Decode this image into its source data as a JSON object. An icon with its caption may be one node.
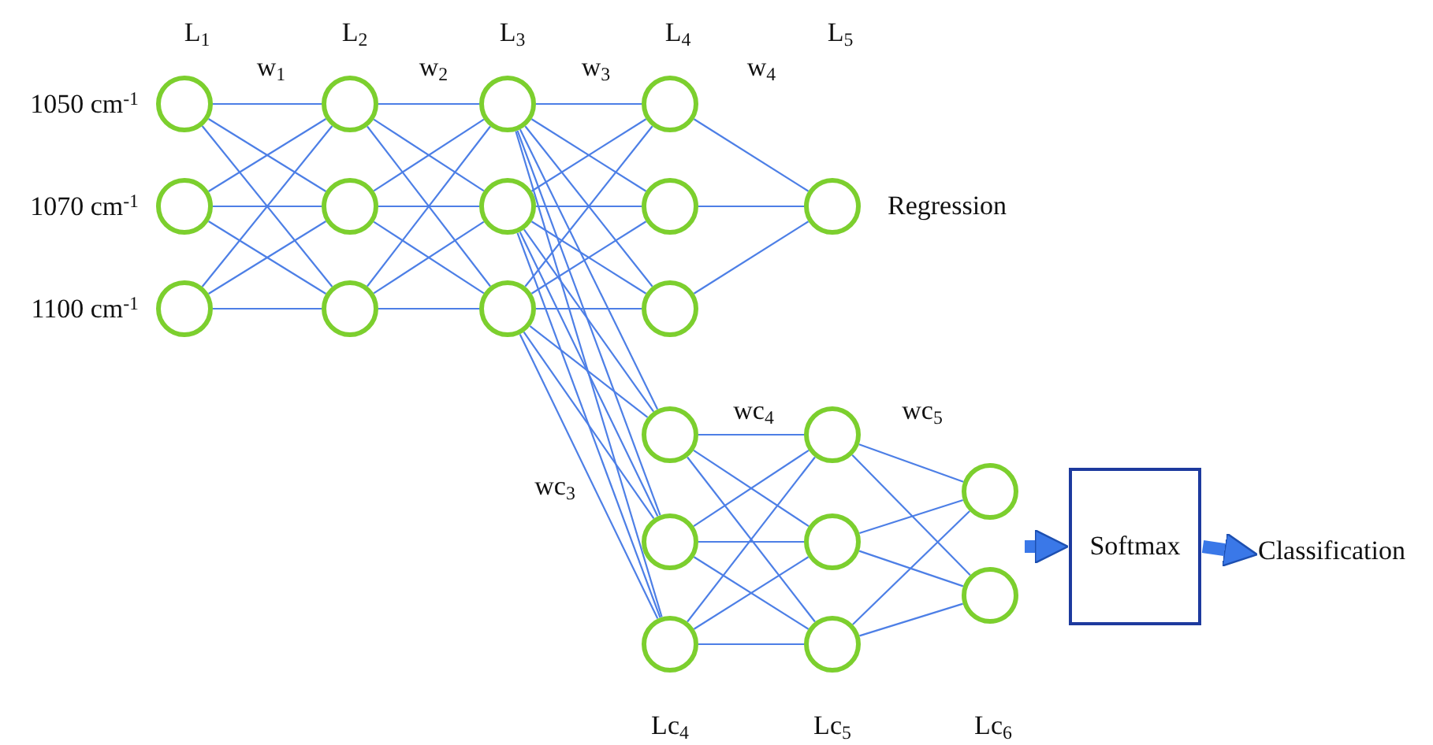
{
  "diagram": {
    "nodes": [
      {
        "text": [],
        "shape": "circle",
        "beside": [
          "1050 cm$^{-1}$"
        ]
      },
      {
        "text": [],
        "shape": "circle",
        "beside": [
          "1070 cm$^{-1}$"
        ]
      },
      {
        "text": [],
        "shape": "circle",
        "beside": [
          "1100 cm$^{-1}$"
        ]
      },
      {
        "text": [],
        "shape": "circle"
      },
      {
        "text": [],
        "shape": "circle"
      },
      {
        "text": [],
        "shape": "circle"
      },
      {
        "text": [],
        "shape": "circle"
      },
      {
        "text": [],
        "shape": "circle"
      },
      {
        "text": [],
        "shape": "circle"
      },
      {
        "text": [],
        "shape": "circle"
      },
      {
        "text": [],
        "shape": "circle"
      },
      {
        "text": [],
        "shape": "circle"
      },
      {
        "text": [],
        "shape": "circle",
        "beside": [
          "Regression"
        ]
      },
      {
        "text": [],
        "shape": "circle"
      },
      {
        "text": [],
        "shape": "circle"
      },
      {
        "text": [],
        "shape": "circle"
      },
      {
        "text": [],
        "shape": "circle"
      },
      {
        "text": [],
        "shape": "circle"
      },
      {
        "text": [],
        "shape": "circle"
      },
      {
        "text": [],
        "shape": "circle"
      },
      {
        "text": [],
        "shape": "circle"
      },
      {
        "text": [
          "Softmax"
        ]
      },
      {
        "text": [
          "Classification"
        ]
      }
    ],
    "edges": [
      {
        "from": 0,
        "to": 3,
        "arrow": "none"
      },
      {
        "from": 0,
        "to": 4,
        "arrow": "none"
      },
      {
        "from": 0,
        "to": 5,
        "arrow": "none"
      },
      {
        "from": 1,
        "to": 3,
        "arrow": "none"
      },
      {
        "from": 1,
        "to": 4,
        "arrow": "none"
      },
      {
        "from": 1,
        "to": 5,
        "arrow": "none"
      },
      {
        "from": 2,
        "to": 3,
        "arrow": "none"
      },
      {
        "from": 2,
        "to": 4,
        "arrow": "none"
      },
      {
        "from": 2,
        "to": 5,
        "arrow": "none"
      },
      {
        "from": 3,
        "to": 6,
        "arrow": "none"
      },
      {
        "from": 3,
        "to": 7,
        "arrow": "none"
      },
      {
        "from": 3,
        "to": 8,
        "arrow": "none"
      },
      {
        "from": 4,
        "to": 6,
        "arrow": "none"
      },
      {
        "from": 4,
        "to": 7,
        "arrow": "none"
      },
      {
        "from": 4,
        "to": 8,
        "arrow": "none"
      },
      {
        "from": 5,
        "to": 6,
        "arrow": "none"
      },
      {
        "from": 5,
        "to": 7,
        "arrow": "none"
      },
      {
        "from": 5,
        "to": 8,
        "arrow": "none"
      },
      {
        "from": 6,
        "to": 9,
        "arrow": "none"
      },
      {
        "from": 6,
        "to": 10,
        "arrow": "none"
      },
      {
        "from": 6,
        "to": 11,
        "arrow": "none"
      },
      {
        "from": 7,
        "to": 9,
        "arrow": "none"
      },
      {
        "from": 7,
        "to": 10,
        "arrow": "none"
      },
      {
        "from": 7,
        "to": 11,
        "arrow": "none"
      },
      {
        "from": 8,
        "to": 9,
        "arrow": "none"
      },
      {
        "from": 8,
        "to": 10,
        "arrow": "none"
      },
      {
        "from": 8,
        "to": 11,
        "arrow": "none"
      },
      {
        "from": 6,
        "to": 13,
        "arrow": "none"
      },
      {
        "from": 6,
        "to": 14,
        "arrow": "none"
      },
      {
        "from": 6,
        "to": 15,
        "arrow": "none"
      },
      {
        "from": 7,
        "to": 13,
        "arrow": "none"
      },
      {
        "from": 7,
        "to": 14,
        "arrow": "none"
      },
      {
        "from": 7,
        "to": 15,
        "arrow": "none"
      },
      {
        "from": 8,
        "to": 13,
        "arrow": "none"
      },
      {
        "from": 8,
        "to": 14,
        "arrow": "none"
      },
      {
        "from": 8,
        "to": 15,
        "arrow": "none"
      },
      {
        "from": 9,
        "to": 12,
        "arrow": "none"
      },
      {
        "from": 10,
        "to": 12,
        "arrow": "none"
      },
      {
        "from": 11,
        "to": 12,
        "arrow": "none"
      },
      {
        "from": 13,
        "to": 16,
        "arrow": "none"
      },
      {
        "from": 13,
        "to": 17,
        "arrow": "none"
      },
      {
        "from": 13,
        "to": 18,
        "arrow": "none"
      },
      {
        "from": 14,
        "to": 16,
        "arrow": "none"
      },
      {
        "from": 14,
        "to": 17,
        "arrow": "none"
      },
      {
        "from": 14,
        "to": 18,
        "arrow": "none"
      },
      {
        "from": 15,
        "to": 16,
        "arrow": "none"
      },
      {
        "from": 15,
        "to": 17,
        "arrow": "none"
      },
      {
        "from": 15,
        "to": 18,
        "arrow": "none"
      },
      {
        "from": 16,
        "to": 19,
        "arrow": "none"
      },
      {
        "from": 16,
        "to": 20,
        "arrow": "none"
      },
      {
        "from": 17,
        "to": 19,
        "arrow": "none"
      },
      {
        "from": 17,
        "to": 20,
        "arrow": "none"
      },
      {
        "from": 18,
        "to": 19,
        "arrow": "none"
      },
      {
        "from": 18,
        "to": 20,
        "arrow": "none"
      },
      {
        "from": null,
        "to": 21,
        "arrow": "to",
        "style": "thick"
      },
      {
        "from": 21,
        "to": 22,
        "arrow": "to",
        "style": "thick"
      }
    ],
    "labels": [
      "L$_{1}$",
      "w$_{1}$",
      "L$_{2}$",
      "w$_{2}$",
      "L$_{3}$",
      "w$_{3}$",
      "L$_{4}$",
      "w$_{4}$",
      "L$_{5}$",
      "wc$_{4}$",
      "wc$_{5}$",
      "wc$_{3}$",
      "Lc$_{4}$",
      "Lc$_{5}$",
      "Lc$_{6}$"
    ]
  }
}
